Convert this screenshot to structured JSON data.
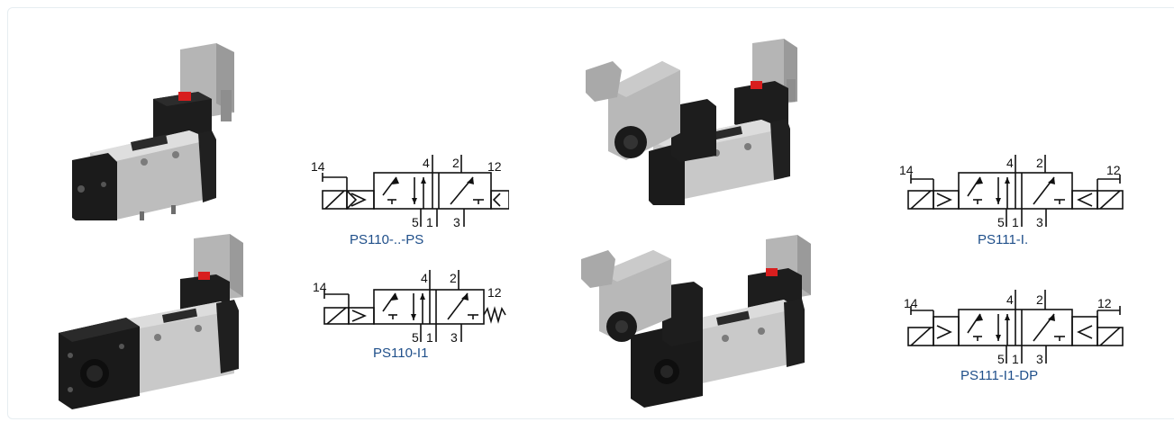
{
  "products": [
    {
      "label": "PS110-..-PS",
      "ports": {
        "p14": "14",
        "p12": "12",
        "p4": "4",
        "p2": "2",
        "p5": "5",
        "p1": "1",
        "p3": "3"
      }
    },
    {
      "label": "PS110-I1",
      "ports": {
        "p14": "14",
        "p12": "12",
        "p4": "4",
        "p2": "2",
        "p5": "5",
        "p1": "1",
        "p3": "3"
      }
    },
    {
      "label": "PS111-I.",
      "ports": {
        "p14": "14",
        "p12": "12",
        "p4": "4",
        "p2": "2",
        "p5": "5",
        "p1": "1",
        "p3": "3"
      }
    },
    {
      "label": "PS111-I1-DP",
      "ports": {
        "p14": "14",
        "p12": "12",
        "p4": "4",
        "p2": "2",
        "p5": "5",
        "p1": "1",
        "p3": "3"
      }
    }
  ],
  "colors": {
    "label": "#1f4f8a",
    "line": "#111111",
    "body_dark": "#1c1c1c",
    "body_light": "#c9c9c9",
    "connector": "#a9a9a9",
    "button": "#d81e1e"
  }
}
